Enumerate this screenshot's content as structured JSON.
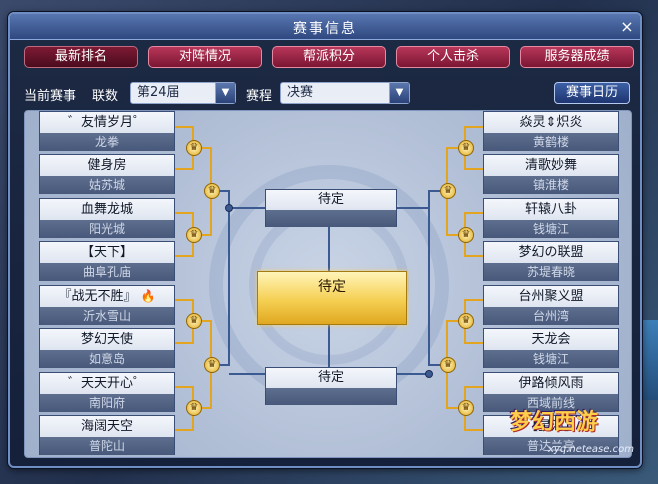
{
  "window": {
    "title": "赛事信息",
    "close": "×"
  },
  "tabs": [
    {
      "label": "最新排名",
      "active": true
    },
    {
      "label": "对阵情况",
      "active": false
    },
    {
      "label": "帮派积分",
      "active": false
    },
    {
      "label": "个人击杀",
      "active": false
    },
    {
      "label": "服务器成绩",
      "active": false
    }
  ],
  "filters": {
    "current_label": "当前赛事",
    "league_label": "联数",
    "league_value": "第24届",
    "stage_label": "赛程",
    "stage_value": "决赛",
    "calendar_label": "赛事日历"
  },
  "bracket": {
    "left": [
      {
        "team": "゛友情岁月゜",
        "server": "龙拳"
      },
      {
        "team": "健身房",
        "server": "姑苏城"
      },
      {
        "team": "血舞龙城",
        "server": "阳光城"
      },
      {
        "team": "【天下】",
        "server": "曲阜孔庙"
      },
      {
        "team": "『战无不胜』",
        "server": "沂水雪山",
        "flame": "🔥"
      },
      {
        "team": "梦幻天使",
        "server": "如意岛"
      },
      {
        "team": "゛天天开心゜",
        "server": "南阳府"
      },
      {
        "team": "海阔天空",
        "server": "普陀山"
      }
    ],
    "right": [
      {
        "team": "焱灵⇕炽炎",
        "server": "黄鹤楼"
      },
      {
        "team": "清歌妙舞",
        "server": "镇淮楼"
      },
      {
        "team": "轩辕八卦",
        "server": "钱塘江"
      },
      {
        "team": "梦幻の联盟",
        "server": "苏堤春晓"
      },
      {
        "team": "台州聚义盟",
        "server": "台州湾"
      },
      {
        "team": "天龙会",
        "server": "钱塘江"
      },
      {
        "team": "伊路倾风雨",
        "server": "西域前线"
      },
      {
        "team": "【星河】",
        "server": "普达兰亭"
      }
    ],
    "semi_top": "待定",
    "semi_bottom": "待定",
    "final": "待定"
  },
  "watermark": {
    "logo_text": "梦幻西游",
    "url": "xyq.netease.com"
  },
  "colors": {
    "tab": "#b8365a",
    "tab_active": "#7d1a34",
    "gold": "#f5cf52",
    "line_gold": "#e3a41f",
    "line_blue": "#3c5a92"
  }
}
